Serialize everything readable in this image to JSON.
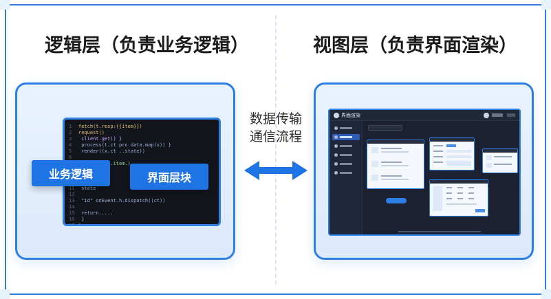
{
  "left": {
    "title": "逻辑层（负责业务逻辑）",
    "tag_business": "业务逻辑",
    "tag_ui_block": "界面层块"
  },
  "right": {
    "title": "视图层（负责界面渲染）",
    "screen_brand": "界面渲染"
  },
  "middle": {
    "line1": "数据传输",
    "line2": "通信流程"
  },
  "colors": {
    "accent": "#2e7fe3",
    "tag_blue": "#1f74e5",
    "code_bg": "#12151c"
  },
  "icons": {
    "arrow": "double-arrow-icon"
  }
}
